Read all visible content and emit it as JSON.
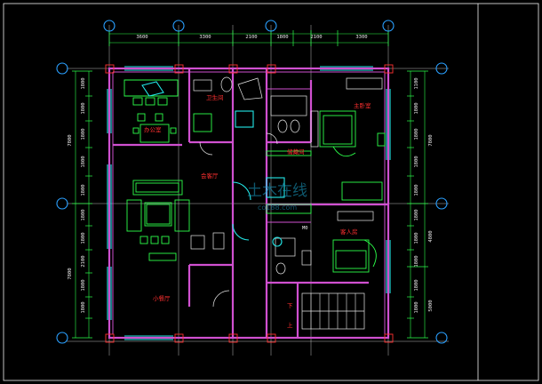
{
  "drawing": {
    "colors": {
      "background": "#000000",
      "frame": "#f2f2f2",
      "walls": "#d050d0",
      "furniture": "#2cff4a",
      "windows": "#23e8e8",
      "axis_bubbles": "#2aa0ff",
      "room_labels": "#ff3030"
    },
    "top_dimensions": [
      "3600",
      "3300",
      "2100",
      "1800",
      "2100",
      "3300"
    ],
    "left_outer_dimensions": [
      "7800",
      "7800"
    ],
    "left_inner_dimensions": [
      "1800",
      "1800",
      "1800",
      "1800",
      "1800",
      "1800",
      "1800",
      "2100",
      "1800",
      "1800"
    ],
    "right_outer_dimensions": [
      "7800",
      "4800",
      "5000"
    ],
    "right_inner_dimensions": [
      "1100",
      "1800",
      "1800",
      "1800",
      "1800",
      "1800",
      "1800",
      "1800",
      "1800",
      "1800"
    ],
    "rooms": {
      "office": "办公室",
      "restroom_left": "卫生间",
      "reception": "会客厅",
      "storage": "储藏间",
      "master_bedroom": "主卧室",
      "guest_room": "客人房",
      "small_dining": "小餐厅"
    },
    "stair_labels": [
      "下",
      "上"
    ],
    "door_tag": "M0",
    "watermark": {
      "main": "土木在线",
      "sub": "co188.com"
    }
  }
}
